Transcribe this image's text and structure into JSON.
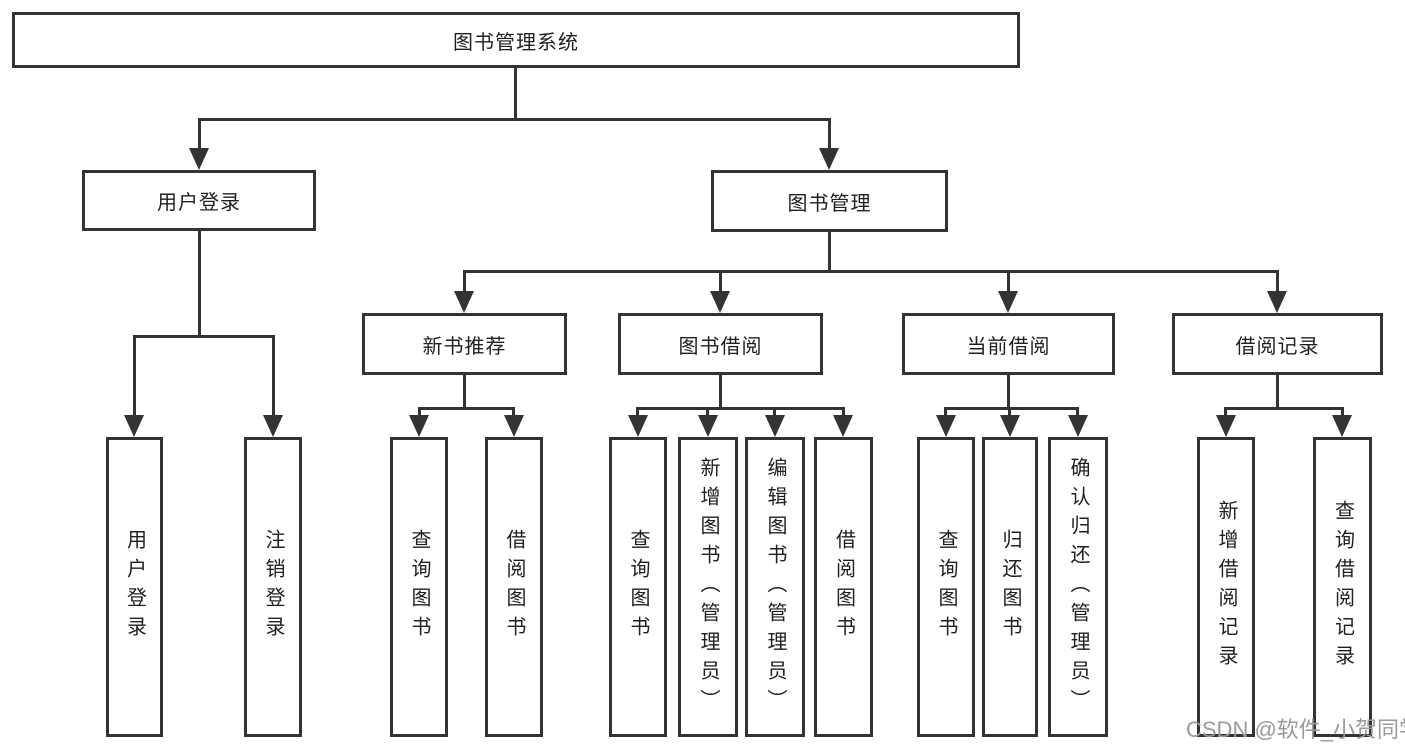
{
  "diagram_type": "hierarchy-tree",
  "tree": {
    "label": "图书管理系统",
    "children": [
      {
        "label": "用户登录",
        "children": [
          {
            "label": "用户登录"
          },
          {
            "label": "注销登录"
          }
        ]
      },
      {
        "label": "图书管理",
        "children": [
          {
            "label": "新书推荐",
            "children": [
              {
                "label": "查询图书"
              },
              {
                "label": "借阅图书"
              }
            ]
          },
          {
            "label": "图书借阅",
            "children": [
              {
                "label": "查询图书"
              },
              {
                "label": "新增图书（管理员）"
              },
              {
                "label": "编辑图书（管理员）"
              },
              {
                "label": "借阅图书"
              }
            ]
          },
          {
            "label": "当前借阅",
            "children": [
              {
                "label": "查询图书"
              },
              {
                "label": "归还图书"
              },
              {
                "label": "确认归还（管理员）"
              }
            ]
          },
          {
            "label": "借阅记录",
            "children": [
              {
                "label": "新增借阅记录"
              },
              {
                "label": "查询借阅记录"
              }
            ]
          }
        ]
      }
    ]
  },
  "watermark": {
    "text": "CSDN @软件_小贺同学"
  },
  "colors": {
    "line": "#333333",
    "box_border": "#333333",
    "text": "#1f1f1f",
    "background": "#ffffff",
    "watermark": "#9a9a9a"
  }
}
